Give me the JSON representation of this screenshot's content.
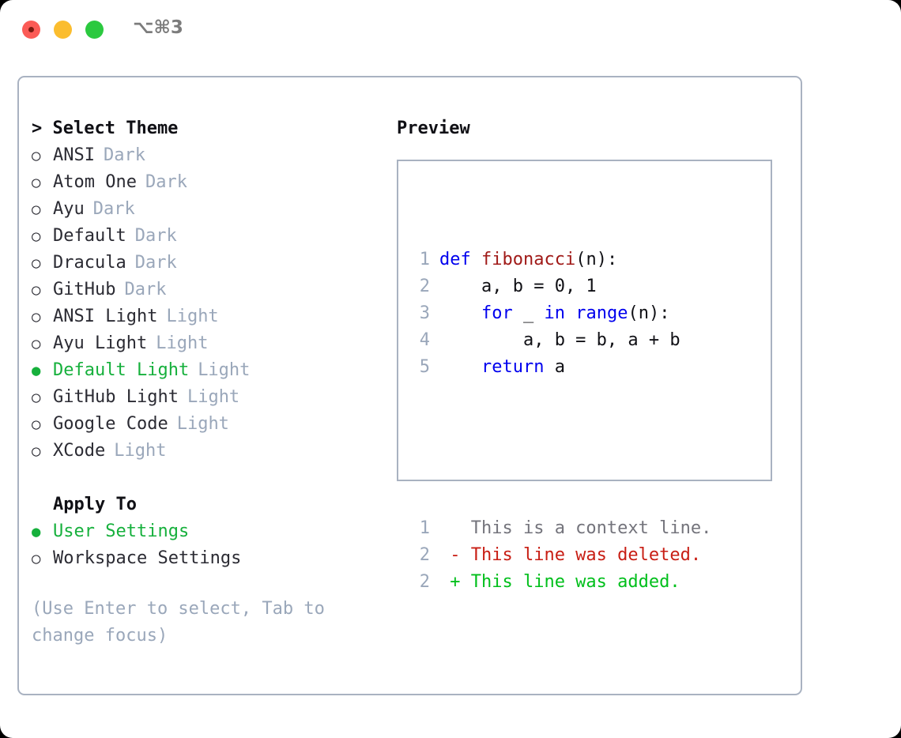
{
  "window": {
    "title": "⌥⌘3",
    "traffic_lights": [
      "close-red",
      "minimize-yellow",
      "maximize-green"
    ]
  },
  "theme_panel": {
    "header": "> Select Theme",
    "themes": [
      {
        "marker": "○",
        "name": "ANSI",
        "tag": "Dark",
        "selected": false
      },
      {
        "marker": "○",
        "name": "Atom One",
        "tag": "Dark",
        "selected": false
      },
      {
        "marker": "○",
        "name": "Ayu",
        "tag": "Dark",
        "selected": false
      },
      {
        "marker": "○",
        "name": "Default",
        "tag": "Dark",
        "selected": false
      },
      {
        "marker": "○",
        "name": "Dracula",
        "tag": "Dark",
        "selected": false
      },
      {
        "marker": "○",
        "name": "GitHub",
        "tag": "Dark",
        "selected": false
      },
      {
        "marker": "○",
        "name": "ANSI Light",
        "tag": "Light",
        "selected": false
      },
      {
        "marker": "○",
        "name": "Ayu Light",
        "tag": "Light",
        "selected": false
      },
      {
        "marker": "●",
        "name": "Default Light",
        "tag": "Light",
        "selected": true
      },
      {
        "marker": "○",
        "name": "GitHub Light",
        "tag": "Light",
        "selected": false
      },
      {
        "marker": "○",
        "name": "Google Code",
        "tag": "Light",
        "selected": false
      },
      {
        "marker": "○",
        "name": "XCode",
        "tag": "Light",
        "selected": false
      }
    ],
    "apply_to_header": "Apply To",
    "apply_to_options": [
      {
        "marker": "●",
        "name": "User Settings",
        "selected": true
      },
      {
        "marker": "○",
        "name": "Workspace Settings",
        "selected": false
      }
    ],
    "hint": "(Use Enter to select, Tab to change focus)"
  },
  "preview": {
    "title": "Preview",
    "code_lines": [
      {
        "no": "1",
        "tokens": [
          {
            "t": "def ",
            "c": "kw"
          },
          {
            "t": "fibonacci",
            "c": "fn"
          },
          {
            "t": "(n):",
            "c": "pl"
          }
        ]
      },
      {
        "no": "2",
        "tokens": [
          {
            "t": "    a, b = 0, 1",
            "c": "pl"
          }
        ]
      },
      {
        "no": "3",
        "tokens": [
          {
            "t": "    ",
            "c": "pl"
          },
          {
            "t": "for",
            "c": "kw"
          },
          {
            "t": " _ ",
            "c": "pl"
          },
          {
            "t": "in",
            "c": "kw"
          },
          {
            "t": " ",
            "c": "pl"
          },
          {
            "t": "range",
            "c": "kw"
          },
          {
            "t": "(n):",
            "c": "pl"
          }
        ]
      },
      {
        "no": "4",
        "tokens": [
          {
            "t": "        a, b = b, a + b",
            "c": "pl"
          }
        ]
      },
      {
        "no": "5",
        "tokens": [
          {
            "t": "    ",
            "c": "pl"
          },
          {
            "t": "return",
            "c": "kw"
          },
          {
            "t": " a",
            "c": "pl"
          }
        ]
      }
    ],
    "diff_lines": [
      {
        "no": "1",
        "tokens": [
          {
            "t": "   This is a context line.",
            "c": "dif-ctx"
          }
        ]
      },
      {
        "no": "2",
        "tokens": [
          {
            "t": " - This line was deleted.",
            "c": "dif-del"
          }
        ]
      },
      {
        "no": "2",
        "tokens": [
          {
            "t": " + This line was added.",
            "c": "dif-add"
          }
        ]
      }
    ]
  },
  "colors": {
    "selected_green": "#16b03c",
    "tag_gray": "#9aa7ba",
    "border": "#a9b2c1",
    "keyword_blue": "#0000ee",
    "function_red": "#a01a18",
    "diff_delete": "#c81e14",
    "diff_add": "#00bf1b",
    "title_gray": "#7c7c7c"
  }
}
